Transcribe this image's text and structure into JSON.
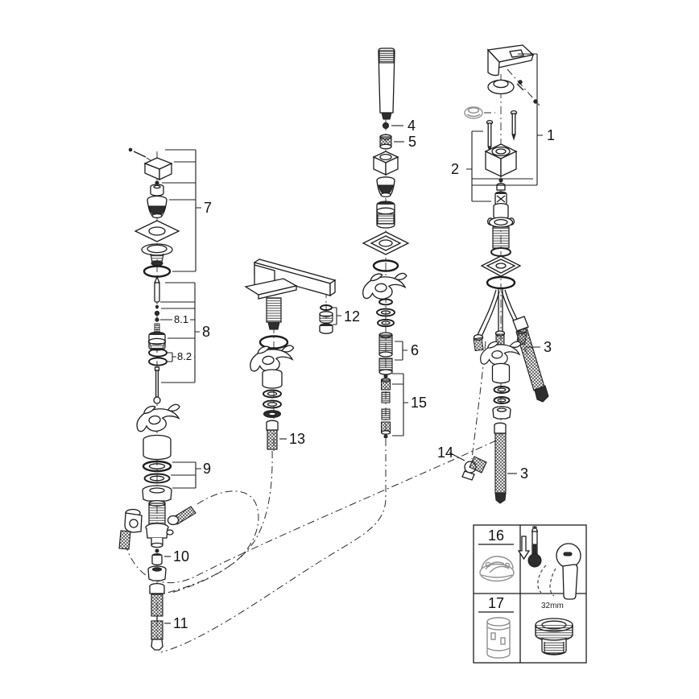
{
  "diagram": {
    "type": "exploded-parts-diagram",
    "subject": "four-hole bath combination mixer spare parts"
  },
  "labels": {
    "p1": "1",
    "p2": "2",
    "p3a": "3",
    "p3b": "3",
    "p4": "4",
    "p5": "5",
    "p6": "6",
    "p7": "7",
    "p8": "8",
    "p8_1": "8.1",
    "p8_2": "8.2",
    "p9": "9",
    "p10": "10",
    "p11": "11",
    "p12": "12",
    "p13": "13",
    "p14": "14",
    "p15": "15"
  },
  "legend": {
    "item16": "16",
    "item17": "17",
    "size_label": "32mm",
    "icons": [
      "flow-restrictor",
      "cold-thermometer",
      "lever-handle",
      "cartridge",
      "thread-adapter"
    ]
  },
  "colors": {
    "line": "#1c1c1c",
    "gray_part": "#8f8f8f",
    "background": "#ffffff"
  }
}
